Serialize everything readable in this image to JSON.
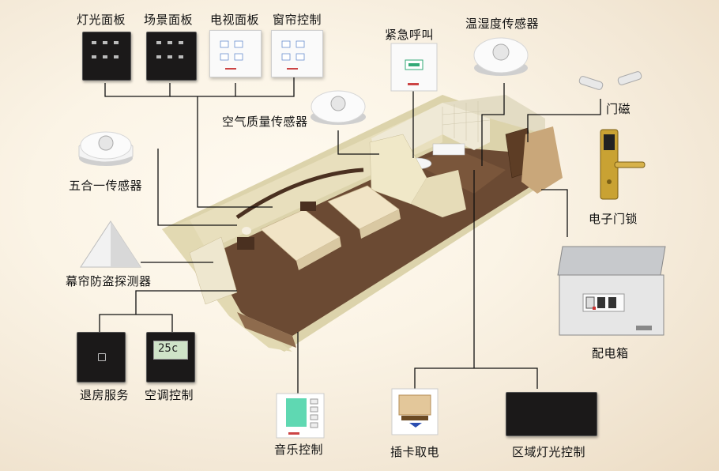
{
  "labels": {
    "light_panel": "灯光面板",
    "scene_panel": "场景面板",
    "tv_panel": "电视面板",
    "curtain_control": "窗帘控制",
    "emergency_call": "紧急呼叫",
    "temp_humidity_sensor": "温湿度传感器",
    "door_magnet": "门磁",
    "air_quality_sensor": "空气质量传感器",
    "five_in_one_sensor": "五合一传感器",
    "electronic_lock": "电子门锁",
    "curtain_detector": "幕帘防盗探测器",
    "distribution_box": "配电箱",
    "checkout_service": "退房服务",
    "ac_control": "空调控制",
    "music_control": "音乐控制",
    "card_power": "插卡取电",
    "zone_light_control": "区域灯光控制"
  },
  "ac_display": "25c",
  "colors": {
    "line": "#111111",
    "floor": "#6b4a33",
    "wall": "#ece3c4",
    "bed_linen": "#f1e4c6",
    "lock_gold": "#c9a233",
    "music_screen": "#5fd8b2"
  }
}
